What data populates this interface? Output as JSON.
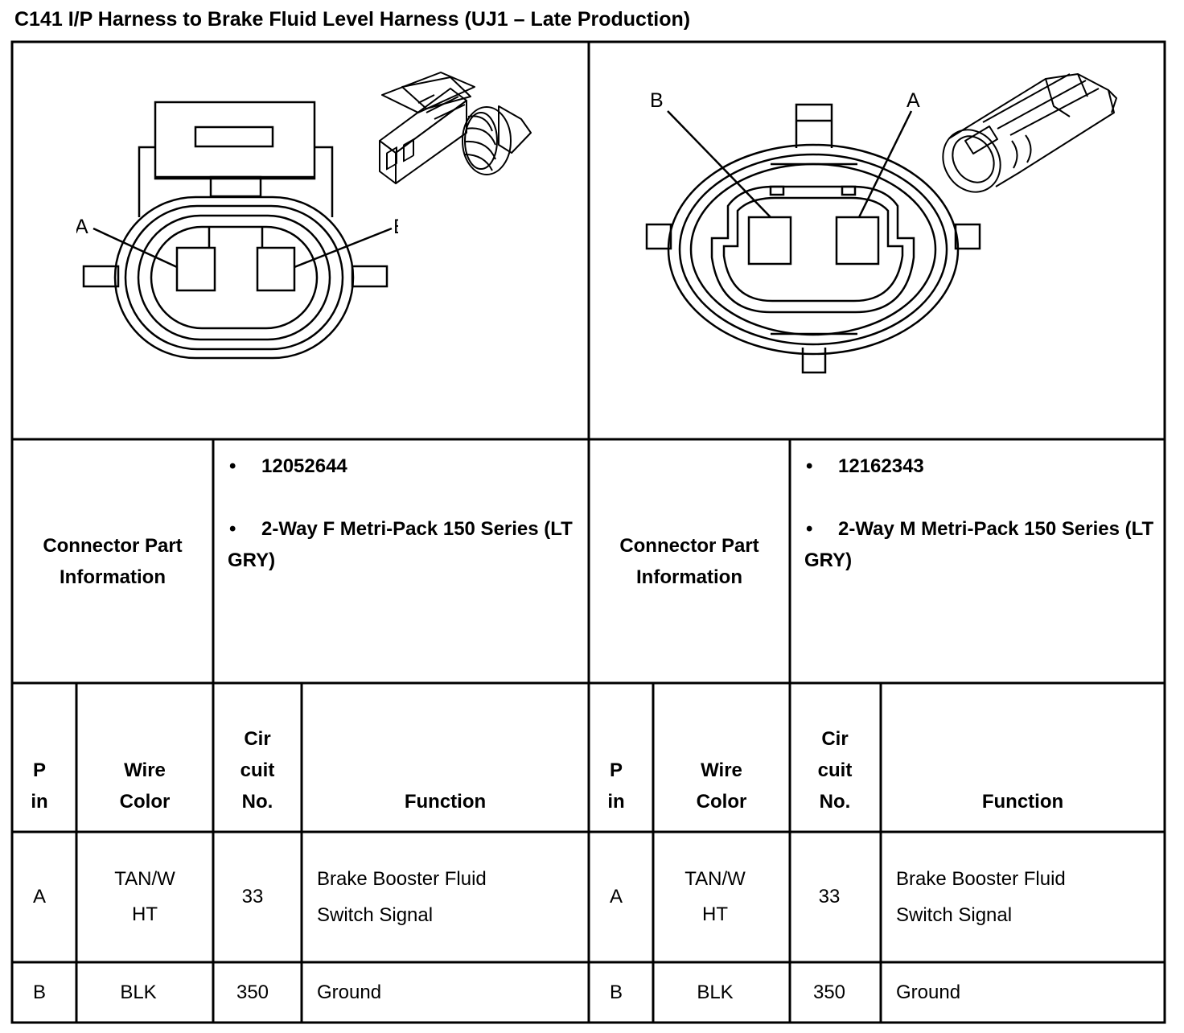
{
  "title": "C141 I/P Harness to Brake Fluid Level Harness (UJ1 – Late Production)",
  "left": {
    "pin_labels": {
      "a": "A",
      "b": "B"
    },
    "info_label": "Connector Part Information",
    "part_number": "12052644",
    "part_desc": "2-Way F Metri-Pack 150 Series (LT GRY)",
    "headers": {
      "pin": "P in",
      "wire": "Wire Color",
      "circuit": "Cir cuit No.",
      "function": "Function"
    },
    "rows": [
      {
        "pin": "A",
        "wire": "TAN/W HT",
        "circuit": "33",
        "function": "Brake Booster Fluid Switch Signal"
      },
      {
        "pin": "B",
        "wire": "BLK",
        "circuit": "350",
        "function": "Ground"
      }
    ]
  },
  "right": {
    "pin_labels": {
      "a": "A",
      "b": "B"
    },
    "info_label": "Connector Part Information",
    "part_number": "12162343",
    "part_desc": "2-Way M Metri-Pack 150 Series (LT GRY)",
    "headers": {
      "pin": "P in",
      "wire": "Wire Color",
      "circuit": "Cir cuit No.",
      "function": "Function"
    },
    "rows": [
      {
        "pin": "A",
        "wire": "TAN/W HT",
        "circuit": "33",
        "function": "Brake Booster Fluid Switch Signal"
      },
      {
        "pin": "B",
        "wire": "BLK",
        "circuit": "350",
        "function": "Ground"
      }
    ]
  }
}
